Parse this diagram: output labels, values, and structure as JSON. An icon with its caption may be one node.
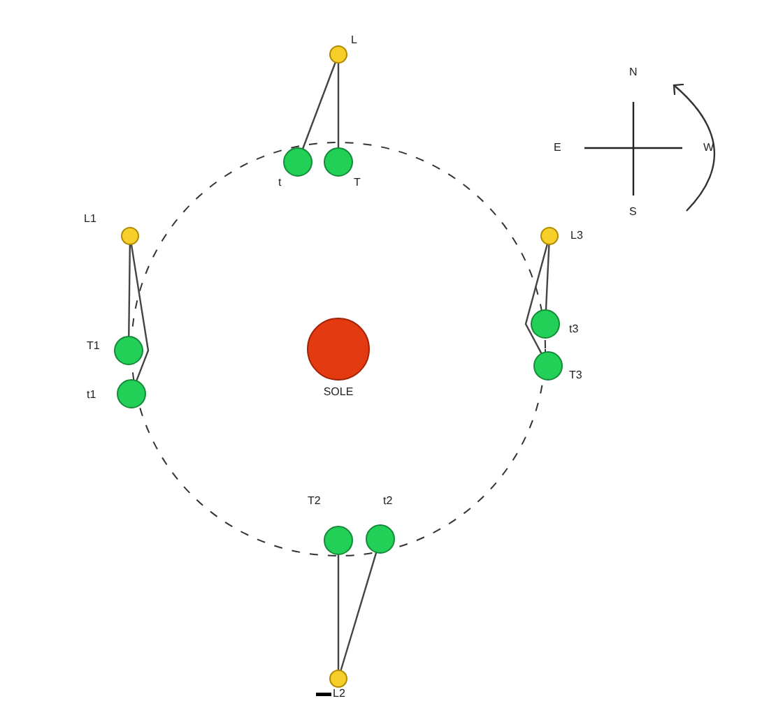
{
  "diagram": {
    "nodes": [
      {
        "text": [
          "L"
        ]
      },
      {
        "text": [
          "t"
        ]
      },
      {
        "text": [
          "T"
        ]
      },
      {
        "text": [
          "L1"
        ]
      },
      {
        "text": [
          "L3"
        ]
      },
      {
        "text": [
          "T1"
        ]
      },
      {
        "text": [
          "t3"
        ]
      },
      {
        "text": [
          "SOLE"
        ]
      },
      {
        "text": [
          "t1"
        ]
      },
      {
        "text": [
          "T3"
        ]
      },
      {
        "text": [
          "T2"
        ]
      },
      {
        "text": [
          "t2"
        ]
      },
      {
        "text": [
          "L2"
        ]
      }
    ],
    "edges": [
      {
        "from": 0,
        "to": 1,
        "arrow": "none"
      },
      {
        "from": 0,
        "to": 2,
        "arrow": "none"
      },
      {
        "from": 3,
        "to": 5,
        "arrow": "none"
      },
      {
        "from": 3,
        "to": 8,
        "arrow": "none"
      },
      {
        "from": 4,
        "to": 6,
        "arrow": "none"
      },
      {
        "from": 4,
        "to": 9,
        "arrow": "none"
      },
      {
        "from": 12,
        "to": 10,
        "arrow": "none"
      },
      {
        "from": 12,
        "to": 11,
        "arrow": "none"
      }
    ],
    "labels": [
      "N",
      "E",
      "W",
      "S"
    ]
  }
}
